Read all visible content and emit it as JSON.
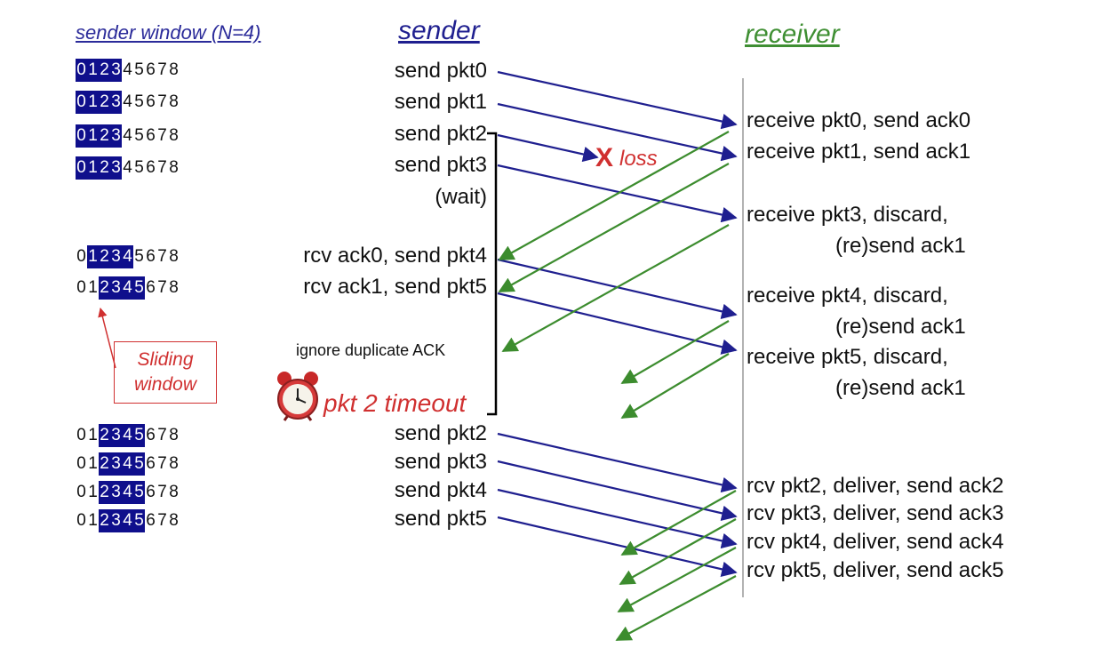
{
  "headers": {
    "window_title": "sender window (N=4)",
    "sender": "sender",
    "receiver": "receiver"
  },
  "sequence_numbers": [
    "0",
    "1",
    "2",
    "3",
    "4",
    "5",
    "6",
    "7",
    "8"
  ],
  "window_rows": [
    {
      "start": 0,
      "end": 3
    },
    {
      "start": 0,
      "end": 3
    },
    {
      "start": 0,
      "end": 3
    },
    {
      "start": 0,
      "end": 3
    },
    {
      "start": 1,
      "end": 4
    },
    {
      "start": 2,
      "end": 5
    },
    {
      "start": 2,
      "end": 5
    },
    {
      "start": 2,
      "end": 5
    },
    {
      "start": 2,
      "end": 5
    },
    {
      "start": 2,
      "end": 5
    }
  ],
  "sender_events": [
    "send  pkt0",
    "send  pkt1",
    "send  pkt2",
    "send  pkt3",
    "(wait)",
    "rcv ack0, send pkt4",
    "rcv ack1, send pkt5",
    "send  pkt2",
    "send  pkt3",
    "send  pkt4",
    "send  pkt5"
  ],
  "annotations": {
    "ignore": "ignore duplicate ACK",
    "timeout": "pkt 2 timeout",
    "loss_mark": "X",
    "loss": "loss",
    "sliding_window": "Sliding window",
    "alarm_icon": "alarm-clock-icon"
  },
  "receiver_events": [
    "receive pkt0, send ack0",
    "receive pkt1, send ack1",
    "receive pkt3, discard,",
    "(re)send ack1",
    "receive pkt4, discard,",
    "(re)send ack1",
    "receive pkt5, discard,",
    "(re)send ack1",
    "rcv pkt2, deliver, send ack2",
    "rcv pkt3, deliver, send ack3",
    "rcv pkt4, deliver, send ack4",
    "rcv pkt5, deliver, send ack5"
  ],
  "colors": {
    "packet_arrow": "#1f1f8f",
    "ack_arrow": "#3c8c2e",
    "window_highlight": "#0f0f8c",
    "alert": "#d03030"
  }
}
